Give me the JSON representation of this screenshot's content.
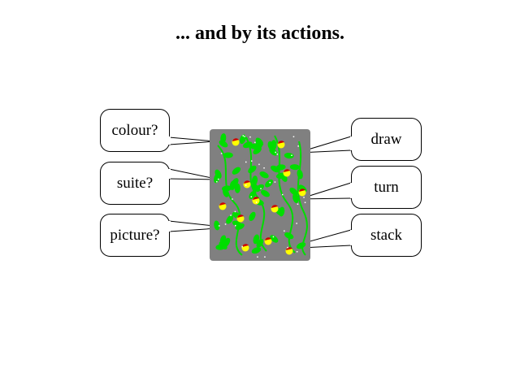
{
  "title": "... and by its actions.",
  "questions": [
    {
      "label": "colour?"
    },
    {
      "label": "suite?"
    },
    {
      "label": "picture?"
    }
  ],
  "actions": [
    {
      "label": "draw"
    },
    {
      "label": "turn"
    },
    {
      "label": "stack"
    }
  ],
  "card": {
    "back_color": "#808080",
    "leaf_color": "#00dd00",
    "acorn_colors": [
      "#ffff00",
      "#cc0000"
    ]
  }
}
